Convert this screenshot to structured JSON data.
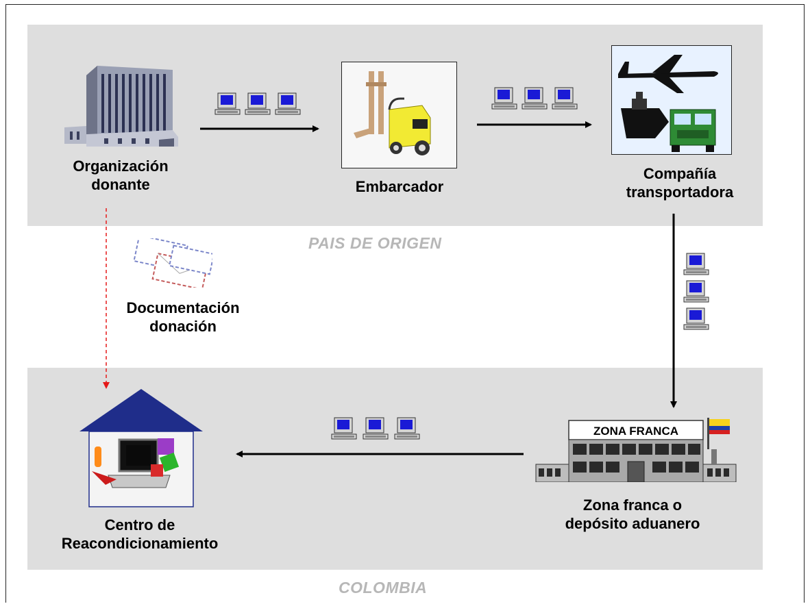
{
  "regions": {
    "origin": "PAIS DE ORIGEN",
    "destination": "COLOMBIA"
  },
  "nodes": {
    "donor": {
      "label": "Organización\ndonante",
      "icon": "office-building-icon"
    },
    "shipper": {
      "label": "Embarcador",
      "icon": "forklift-icon"
    },
    "carrier": {
      "label": "Compañía\ntransportadora",
      "icon": "airplane-ship-truck-icon"
    },
    "free_zone": {
      "label": "Zona franca o\ndepósito aduanero",
      "icon": "free-zone-building-icon",
      "sign": "ZONA FRANCA"
    },
    "refurbish_center": {
      "label": "Centro de\nReacondicionamiento",
      "icon": "house-computer-icon"
    },
    "documentation": {
      "label": "Documentación\ndonación",
      "icon": "envelopes-icon"
    }
  },
  "colors": {
    "band": "#dedede",
    "region_text": "#b7b7b7",
    "arrow": "#000000",
    "doc_arrow": "#ff0000",
    "roof": "#1f2d8a"
  }
}
